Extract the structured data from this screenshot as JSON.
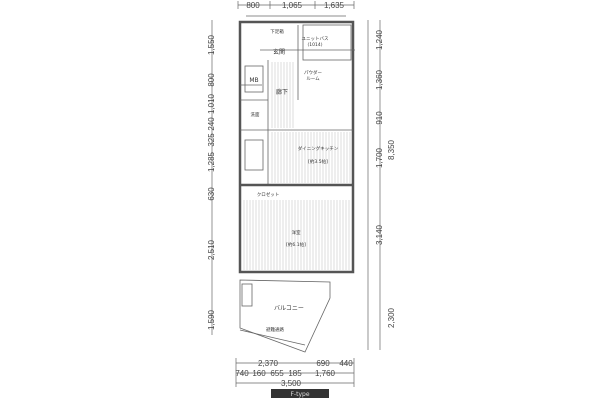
{
  "plan_type": "F-type",
  "rooms": {
    "entrance": "玄関",
    "shoe_box": "下足箱",
    "unit_bath": "ユニットバス",
    "unit_bath_size": "(1014)",
    "powder_room_1": "パウダー",
    "powder_room_2": "ルーム",
    "mb": "MB",
    "corridor": "廊下",
    "washroom": "洗面",
    "dining_kitchen": "ダイニングキッチン",
    "dining_kitchen_size": "[約3.5帖]",
    "western_room": "洋室",
    "western_room_size": "[約6.1帖]",
    "closet": "クロゼット",
    "balcony": "バルコニー",
    "evacuation": "避難通路"
  },
  "dimensions": {
    "top": [
      "800",
      "1,065",
      "1,635"
    ],
    "left": [
      "1,550",
      "800",
      "1,010",
      "240",
      "325",
      "1,285",
      "630",
      "2,510",
      "1,590"
    ],
    "right": [
      "1,240",
      "1,360",
      "910",
      "1,700",
      "3,140",
      "2,300"
    ],
    "right_total": "8,350",
    "bottom_row1": [
      "2,370",
      "690",
      "440"
    ],
    "bottom_row2": [
      "740",
      "160",
      "655",
      "185",
      "1,760"
    ],
    "bottom_total": "3,500"
  }
}
